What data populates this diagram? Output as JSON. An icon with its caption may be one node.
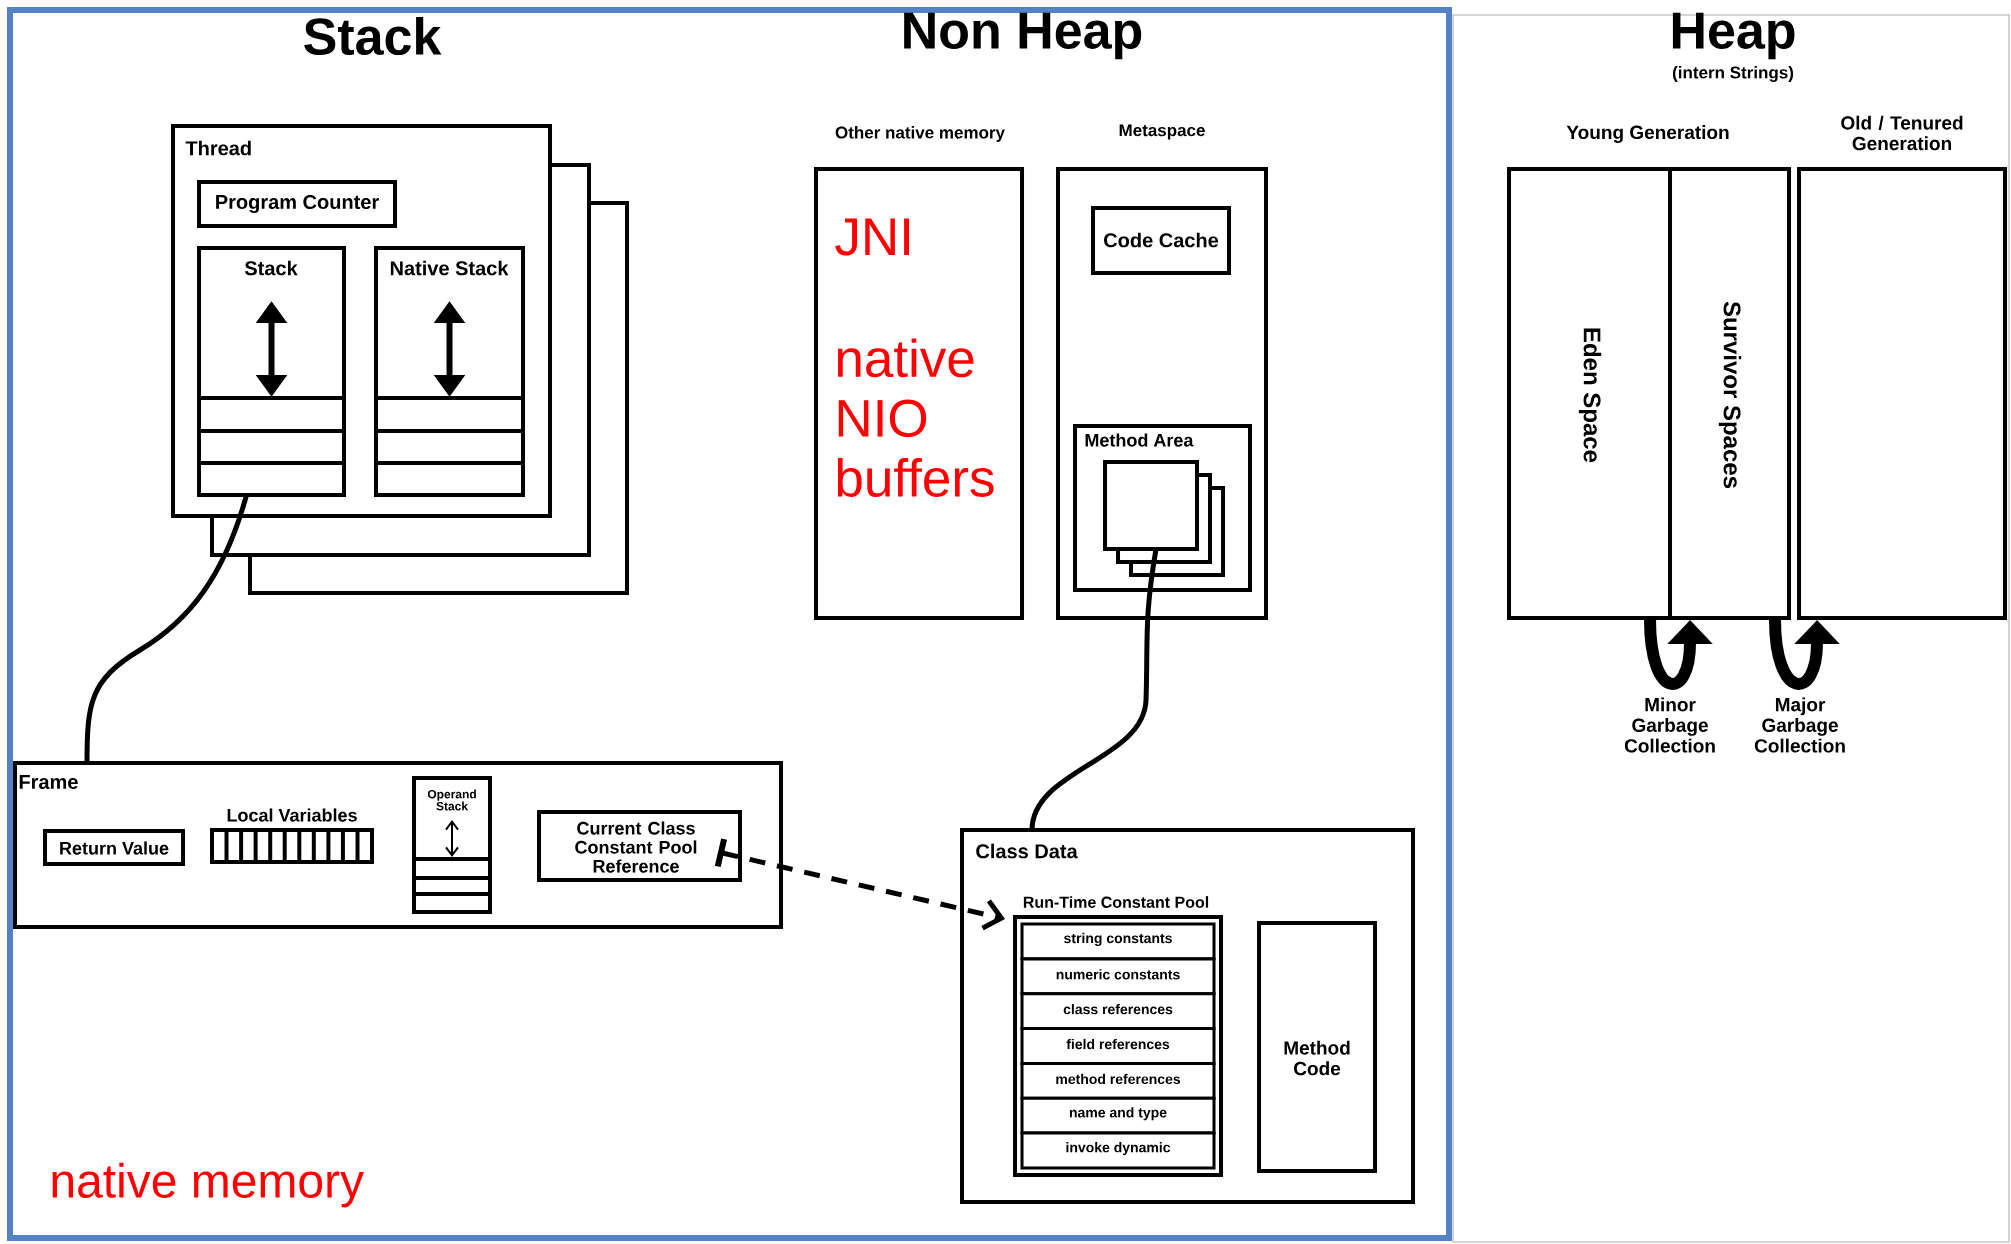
{
  "diagram": {
    "nodes": [
      {
        "text": [
          "native memory"
        ]
      },
      {
        "text": [
          "Thread"
        ],
        "in": 0
      },
      {
        "text": [
          "Program Counter"
        ],
        "in": 1
      },
      {
        "text": [
          "Stack"
        ],
        "in": 1
      },
      {
        "text": [
          "Native Stack"
        ],
        "in": 1
      },
      {
        "text": [
          "Frame"
        ],
        "in": 0
      },
      {
        "text": [
          "Return Value"
        ],
        "in": 5
      },
      {
        "text": [
          "Local Variables"
        ],
        "in": 5
      },
      {
        "text": [
          "Operand Stack"
        ],
        "in": 5
      },
      {
        "text": [
          "Current Class Constant Pool Reference"
        ],
        "in": 5
      },
      {
        "text": [
          "Other native memory",
          "JNI",
          "native NIO buffers"
        ],
        "in": 0
      },
      {
        "text": [
          "Metaspace"
        ],
        "in": 0
      },
      {
        "text": [
          "Code Cache"
        ],
        "in": 11
      },
      {
        "text": [
          "Method Area"
        ],
        "in": 11
      },
      {
        "text": [],
        "shape": "box",
        "in": 13
      },
      {
        "text": [
          "Class Data"
        ],
        "in": 0
      },
      {
        "text": [
          "Run-Time Constant Pool"
        ],
        "in": 15
      },
      {
        "text": [
          "string constants"
        ],
        "in": 16
      },
      {
        "text": [
          "numeric constants"
        ],
        "in": 16
      },
      {
        "text": [
          "class references"
        ],
        "in": 16
      },
      {
        "text": [
          "field references"
        ],
        "in": 16
      },
      {
        "text": [
          "method references"
        ],
        "in": 16
      },
      {
        "text": [
          "name and type"
        ],
        "in": 16
      },
      {
        "text": [
          "invoke dynamic"
        ],
        "in": 16
      },
      {
        "text": [
          "Method Code"
        ],
        "in": 15
      },
      {
        "text": [
          "Heap",
          "(intern Strings)"
        ]
      },
      {
        "text": [
          "Eden Space"
        ],
        "in": 25
      },
      {
        "text": [
          "Survivor Spaces"
        ],
        "in": 25
      },
      {
        "text": [
          "Old / Tenured Generation"
        ],
        "in": 25
      }
    ],
    "edges": [
      {
        "from": 3,
        "to": 5,
        "arrow": "none"
      },
      {
        "from": 14,
        "to": 15,
        "arrow": "none"
      },
      {
        "from": 9,
        "to": 16,
        "arrow": "to",
        "style": "dashed"
      },
      {
        "from": 26,
        "to": 27,
        "arrow": "to",
        "style": "thick",
        "label": "Minor Garbage Collection"
      },
      {
        "from": 27,
        "to": 28,
        "arrow": "to",
        "style": "thick",
        "label": "Major Garbage Collection"
      }
    ],
    "labels": [
      "Stack",
      "Non Heap",
      "Young Generation"
    ]
  }
}
